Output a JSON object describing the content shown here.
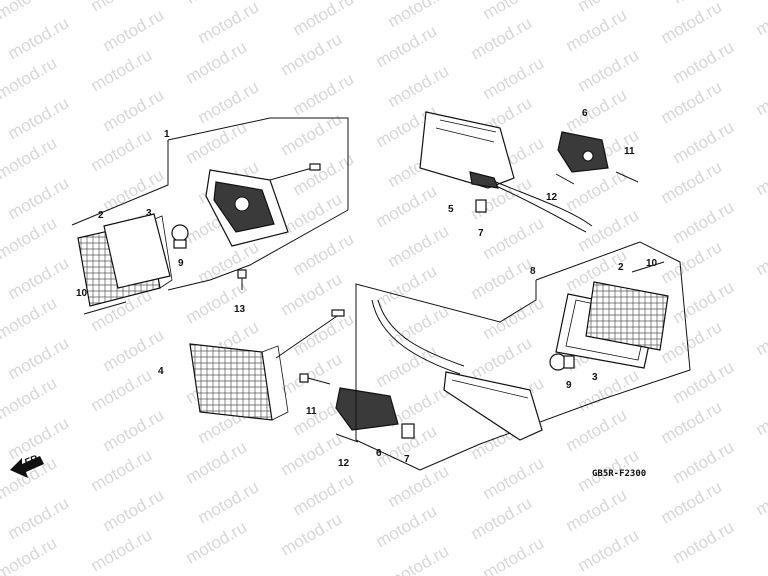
{
  "watermark": "motod.ru",
  "diagram_code": "GB5R-F2300",
  "direction_label": "FR.",
  "callouts": {
    "c1": "1",
    "c2a": "2",
    "c3a": "3",
    "c9a": "9",
    "c10a": "10",
    "c13": "13",
    "c4": "4",
    "c11b": "11",
    "c12b": "12",
    "c6b": "6",
    "c7b": "7",
    "c5": "5",
    "c6a": "6",
    "c11a": "11",
    "c12a": "12",
    "c7a": "7",
    "c8": "8",
    "c2b": "2",
    "c10b": "10",
    "c9b": "9",
    "c3b": "3"
  }
}
